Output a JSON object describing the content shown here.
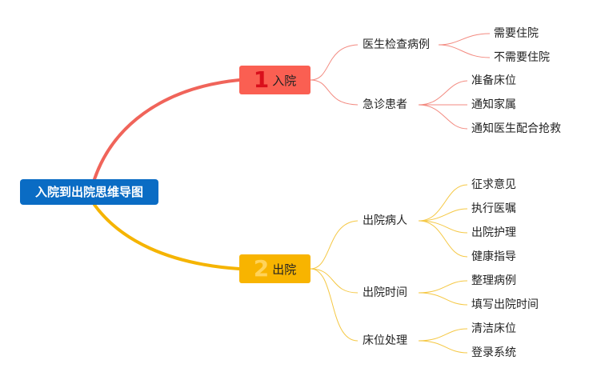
{
  "root": {
    "label": "入院到出院思维导图"
  },
  "branches": [
    {
      "number": "1",
      "label": "入院",
      "color": "#fa5f52",
      "topics": [
        {
          "label": "医生检查病例",
          "children": [
            "需要住院",
            "不需要住院"
          ]
        },
        {
          "label": "急诊患者",
          "children": [
            "准备床位",
            "通知家属",
            "通知医生配合抢救"
          ]
        }
      ]
    },
    {
      "number": "2",
      "label": "出院",
      "color": "#f8b400",
      "topics": [
        {
          "label": "出院病人",
          "children": [
            "征求意见",
            "执行医嘱",
            "出院护理",
            "健康指导"
          ]
        },
        {
          "label": "出院时间",
          "children": [
            "整理病例",
            "填写出院时间"
          ]
        },
        {
          "label": "床位处理",
          "children": [
            "清洁床位",
            "登录系统"
          ]
        }
      ]
    }
  ]
}
